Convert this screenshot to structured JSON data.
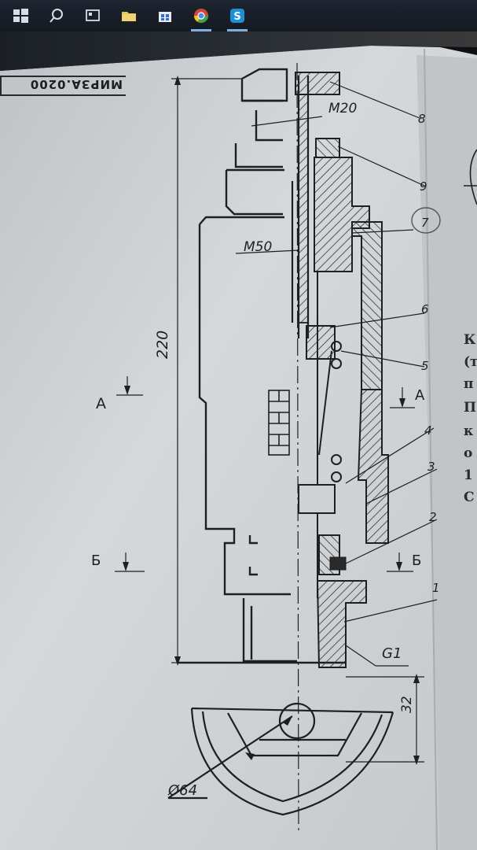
{
  "taskbar": {
    "icons": [
      {
        "name": "windows-start-icon"
      },
      {
        "name": "search-icon"
      },
      {
        "name": "edge-browser-icon"
      },
      {
        "name": "file-explorer-icon"
      },
      {
        "name": "store-icon"
      },
      {
        "name": "chrome-icon"
      },
      {
        "name": "skype-icon"
      }
    ]
  },
  "drawing": {
    "title_block": "МИРЗА.0200",
    "thread_top": "M20",
    "thread_mid": "M50",
    "thread_bottom": "G1",
    "overall_length": "220",
    "height_32": "32",
    "diameter": "Ø64",
    "section_a": "А",
    "section_b": "Б",
    "part_numbers": [
      "8",
      "9",
      "7",
      "6",
      "5",
      "4",
      "3",
      "2",
      "1"
    ],
    "side_text": [
      "К",
      "(т",
      "п",
      "П",
      "к",
      "о",
      "1",
      "С"
    ]
  },
  "colors": {
    "paper": "#cfd2d4",
    "ink": "#1f1f1f",
    "taskbar": "#1a1f28"
  }
}
